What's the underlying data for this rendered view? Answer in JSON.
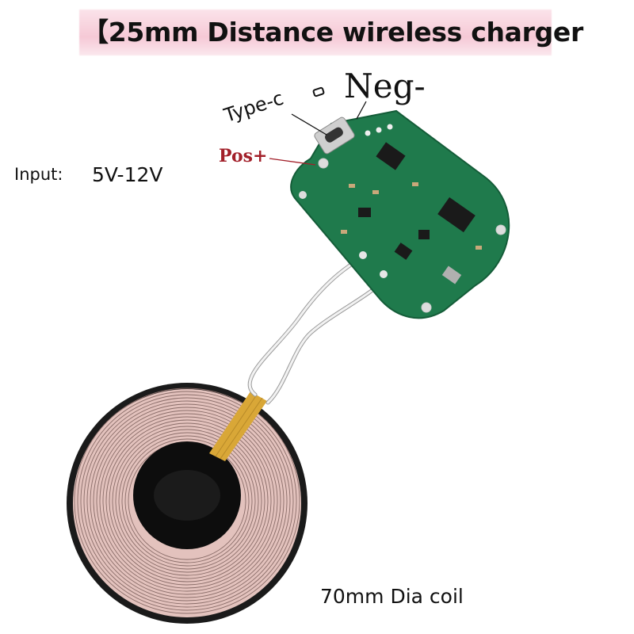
{
  "title": "【25mm Distance wireless charger",
  "labels": {
    "input_label": "Input:",
    "input_value": "5V-12V",
    "neg": "Neg-",
    "type_c": "Type-c",
    "pos": "Pos+",
    "coil": "70mm Dia coil"
  },
  "colors": {
    "pcb": "#1f7a4c",
    "coil_copper": "#e3c2bd",
    "coil_core": "#0d0d0d",
    "tape": "#d9a737",
    "pos_text": "#a2202a"
  },
  "icons": [
    "usb-type-c-port-icon",
    "pcb-board-icon",
    "copper-coil-icon"
  ]
}
